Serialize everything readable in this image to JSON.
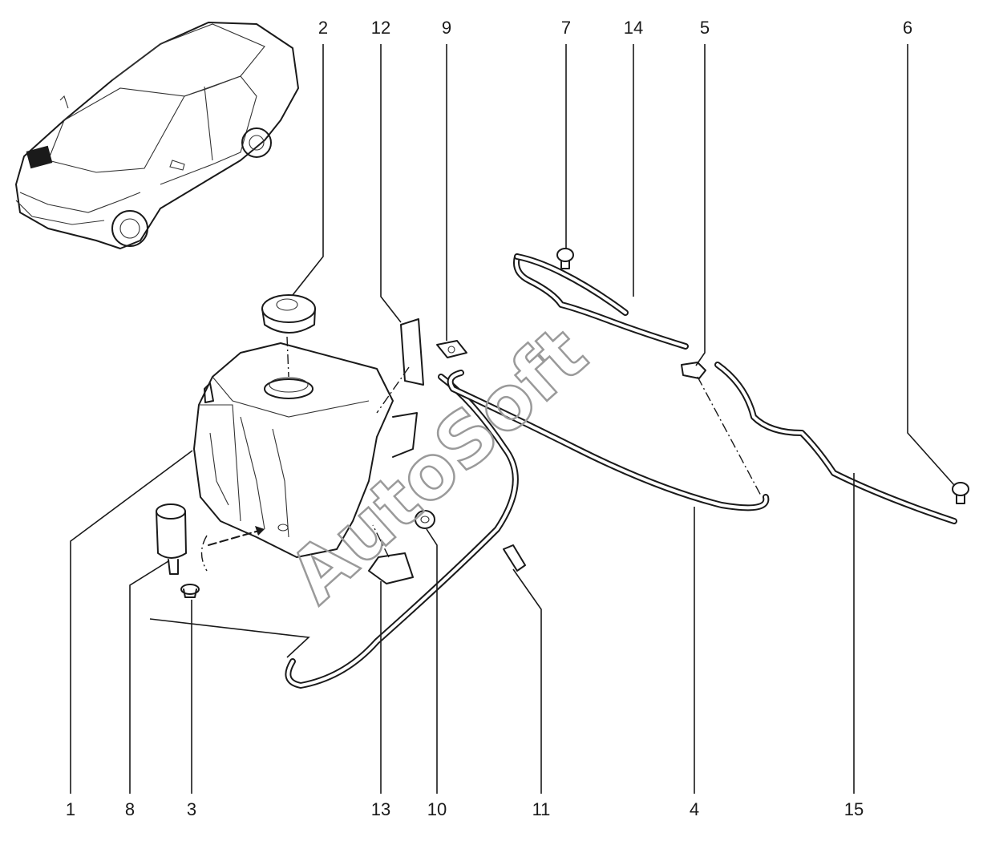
{
  "watermark": "AutoSoft",
  "callouts": [
    {
      "id": "1",
      "label": "1"
    },
    {
      "id": "2",
      "label": "2"
    },
    {
      "id": "3",
      "label": "3"
    },
    {
      "id": "4",
      "label": "4"
    },
    {
      "id": "5",
      "label": "5"
    },
    {
      "id": "6",
      "label": "6"
    },
    {
      "id": "7",
      "label": "7"
    },
    {
      "id": "8",
      "label": "8"
    },
    {
      "id": "9",
      "label": "9"
    },
    {
      "id": "10",
      "label": "10"
    },
    {
      "id": "11",
      "label": "11"
    },
    {
      "id": "12",
      "label": "12"
    },
    {
      "id": "13",
      "label": "13"
    },
    {
      "id": "14",
      "label": "14"
    },
    {
      "id": "15",
      "label": "15"
    }
  ]
}
